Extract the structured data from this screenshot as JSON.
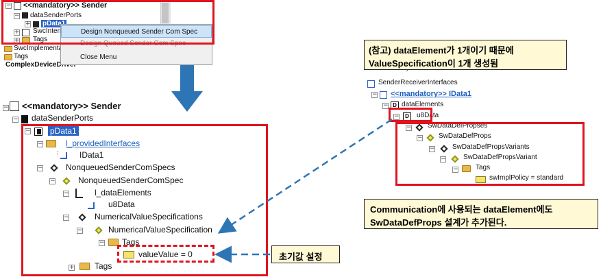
{
  "top_left": {
    "root_label": "<<mandatory>> Sender",
    "ports_label": "dataSenderPorts",
    "pdata_label": "pData1",
    "swc_internal_label": "SwcInternal",
    "tags_label": "Tags",
    "swc_impl_label": "SwcImplementatio",
    "tags_label2": "Tags",
    "complex_label": "ComplexDeviceDriver"
  },
  "context_menu": {
    "items": [
      "Design Nonqueued Sender Com Spec",
      "Design Queued Sender Com Spec",
      "Close Menu"
    ]
  },
  "left_tree": {
    "root_label": "<<mandatory>> Sender",
    "ports_label": "dataSenderPorts",
    "pdata_label": "pData1",
    "provided_label": "l_providedInterfaces",
    "idata_label": "IData1",
    "nonqueued_specs_label": "NonqueuedSenderComSpecs",
    "nonqueued_spec_label": "NonqueuedSenderComSpec",
    "data_elements_label": "l_dataElements",
    "u8data_label": "u8Data",
    "numerical_specs_label": "NumericalValueSpecifications",
    "numerical_spec_label": "NumericalValueSpecification",
    "tags_label": "Tags",
    "value_label": "valueValue = 0",
    "tags_bottom_label": "Tags"
  },
  "right_tree": {
    "top_partial": "mandatory",
    "sri_label": "SenderReceiverInterfaces",
    "idata_label": "<<mandatory>> IData1",
    "data_elements_label": "dataElements",
    "u8data_label": "u8Data",
    "sw_propses_label": "SwDataDefPropses",
    "sw_props_label": "SwDataDefProps",
    "variants_label": "SwDataDefPropsVariants",
    "variant_label": "SwDataDefPropsVariant",
    "tags_label": "Tags",
    "policy_label": "swImplPolicy = standard"
  },
  "callouts": {
    "note_line1": "(참고) dataElement가 1개이기 때문에",
    "note_line2": "ValueSpecification이 1개 생성됨",
    "comm_line1": "Communication에 사용되는 dataElement에도",
    "comm_line2": "SwDataDefProps 설계가 추가된다.",
    "init_label": "초기값 설정"
  },
  "colors": {
    "highlight_red": "#e0141e",
    "arrow_blue": "#2e75b6",
    "callout_bg": "#fff9d6",
    "link_blue": "#1f5fbf"
  }
}
